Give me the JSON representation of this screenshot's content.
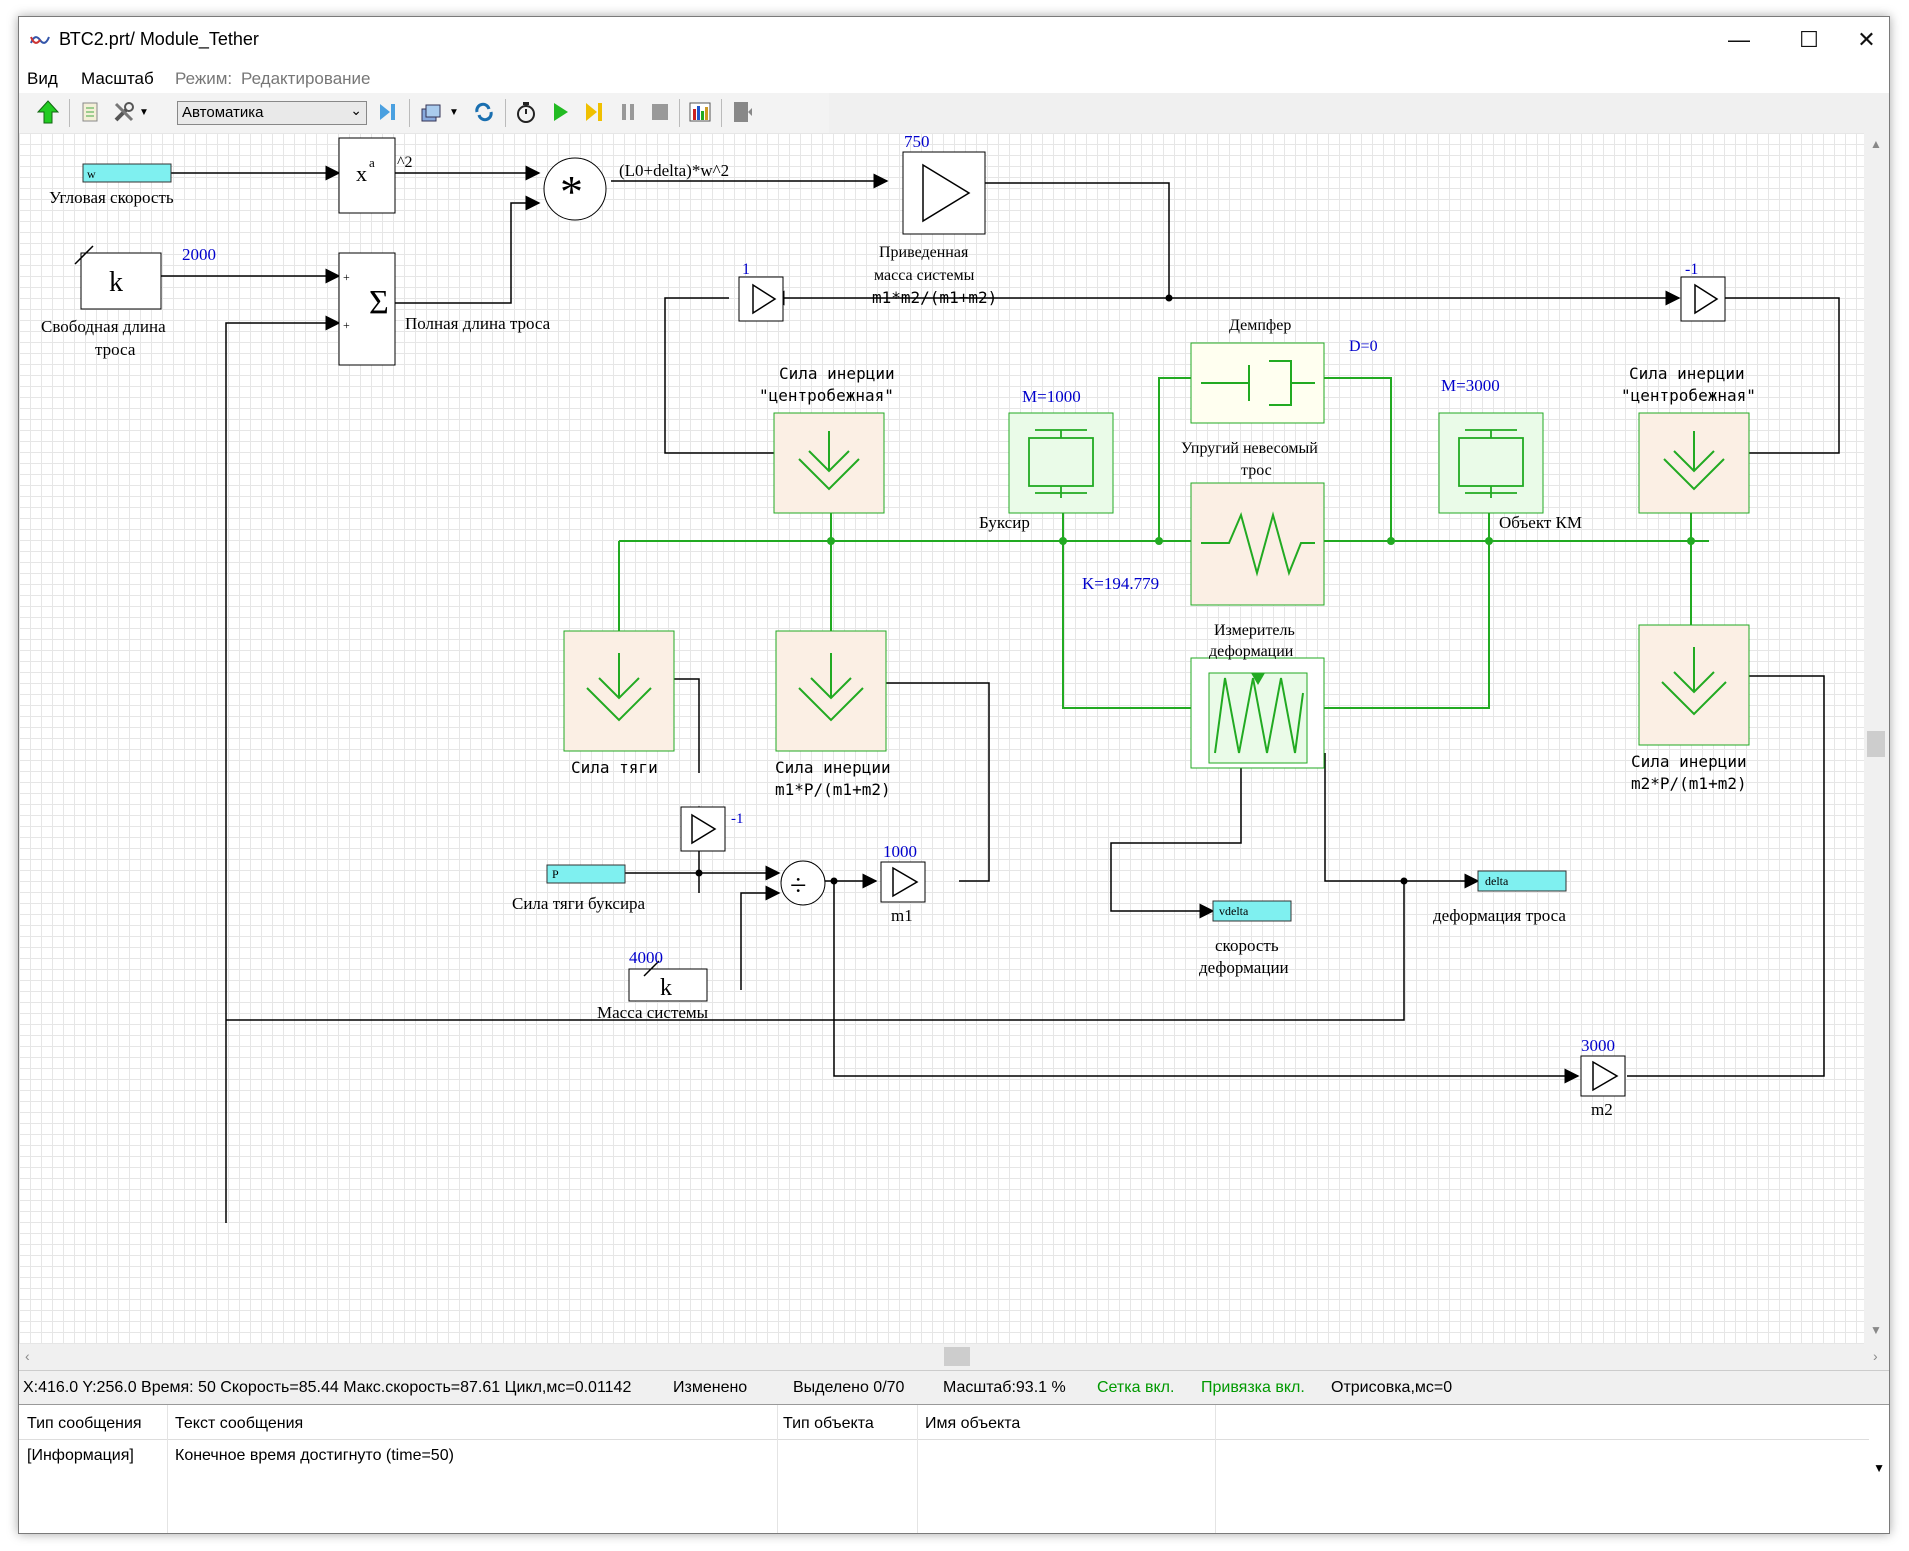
{
  "window": {
    "title": "ВТС2.prt/ Module_Tether",
    "buttons": {
      "minimize": "—",
      "maximize": "☐",
      "close": "✕"
    }
  },
  "menu": {
    "view": "Вид",
    "scale": "Масштаб",
    "mode_label": "Режим:",
    "mode_value": "Редактирование"
  },
  "toolbar": {
    "combo_value": "Автоматика"
  },
  "diagram": {
    "w_input": "w",
    "w_label": "Угловая скорость",
    "power_block": "x",
    "power_sup": "a",
    "power_param": "^2",
    "mult_output": "(L0+delta)*w^2",
    "gain_750": "750",
    "reduced_mass_l1": "Приведенная",
    "reduced_mass_l2": "масса системы",
    "reduced_mass_l3": "m1*m2/(m1+m2)",
    "k_const_value": "2000",
    "k_symbol": "k",
    "free_length_l1": "Свободная длина",
    "free_length_l2": "троса",
    "sum_symbol": "Σ",
    "sum_plus": "+",
    "full_length": "Полная длина троса",
    "gain_1": "1",
    "gain_neg1": "-1",
    "damper_label": "Демпфер",
    "damper_param": "D=0",
    "cf1_l1": "Сила инерции",
    "cf1_l2": "\"центробежная\"",
    "cf2_l1": "Сила инерции",
    "cf2_l2": "\"центробежная\"",
    "mass1_param": "M=1000",
    "mass1_label": "Буксир",
    "mass2_param": "M=3000",
    "mass2_label": "Объект КМ",
    "spring_l1": "Упругий невесомый",
    "spring_l2": "трос",
    "spring_param": "K=194.779",
    "meter_l1": "Измеритель",
    "meter_l2": "деформации",
    "thrust_label": "Сила тяги",
    "inert1_l1": "Сила инерции",
    "inert1_l2": "m1*P/(m1+m2)",
    "inert2_l1": "Сила инерции",
    "inert2_l2": "m2*P/(m1+m2)",
    "gain_neg1_b": "-1",
    "p_input": "P",
    "p_label": "Сила тяги буксира",
    "div_symbol": "÷",
    "gain_1000": "1000",
    "m1_label": "m1",
    "mass_const_value": "4000",
    "mass_const_label": "Масса системы",
    "vdelta_out": "vdelta",
    "vdelta_l1": "скорость",
    "vdelta_l2": "деформации",
    "delta_out": "delta",
    "delta_label": "деформация троса",
    "gain_3000": "3000",
    "m2_label": "m2"
  },
  "status": {
    "coords": "X:416.0  Y:256.0 Время: 50 Скорость=85.44 Макс.скорость=87.61 Цикл,мс=0.01142",
    "changed": "Изменено",
    "selected": "Выделено 0/70",
    "scale": "Масштаб:93.1 %",
    "grid": "Сетка вкл.",
    "snap": "Привязка вкл.",
    "render": "Отрисовка,мс=0"
  },
  "messages": {
    "headers": [
      "Тип сообщения",
      "Текст сообщения",
      "Тип объекта",
      "Имя объекта"
    ],
    "rows": [
      {
        "type": "[Информация]",
        "text": "Конечное время достигнуто (time=50)"
      }
    ]
  },
  "colors": {
    "accent_green": "#1aa01a",
    "cyan_port": "#7ff0f0",
    "param_blue": "#0000cc",
    "status_green": "#009900"
  }
}
